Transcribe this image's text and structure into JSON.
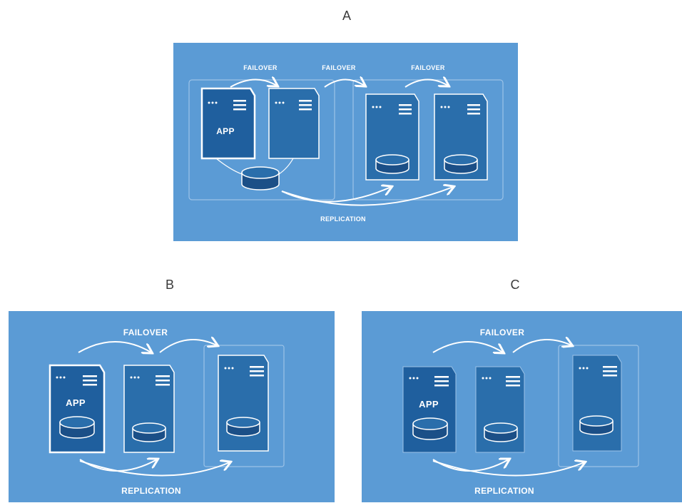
{
  "labels": {
    "a": "A",
    "b": "B",
    "c": "C"
  },
  "diagram_a": {
    "failover_labels": [
      "FAILOVER",
      "FAILOVER",
      "FAILOVER"
    ],
    "app_label": "APP",
    "replication_label": "REPLICATION"
  },
  "diagram_b": {
    "failover_label": "FAILOVER",
    "app_label": "APP",
    "replication_label": "REPLICATION"
  },
  "diagram_c": {
    "failover_label": "FAILOVER",
    "app_label": "APP",
    "replication_label": "REPLICATION"
  },
  "colors": {
    "panel_bg": "#5b9bd5",
    "server_fill": "#2a6eab",
    "app_server_fill": "#1f5f9e",
    "db_fill": "#1b4f87",
    "line": "#ffffff"
  }
}
